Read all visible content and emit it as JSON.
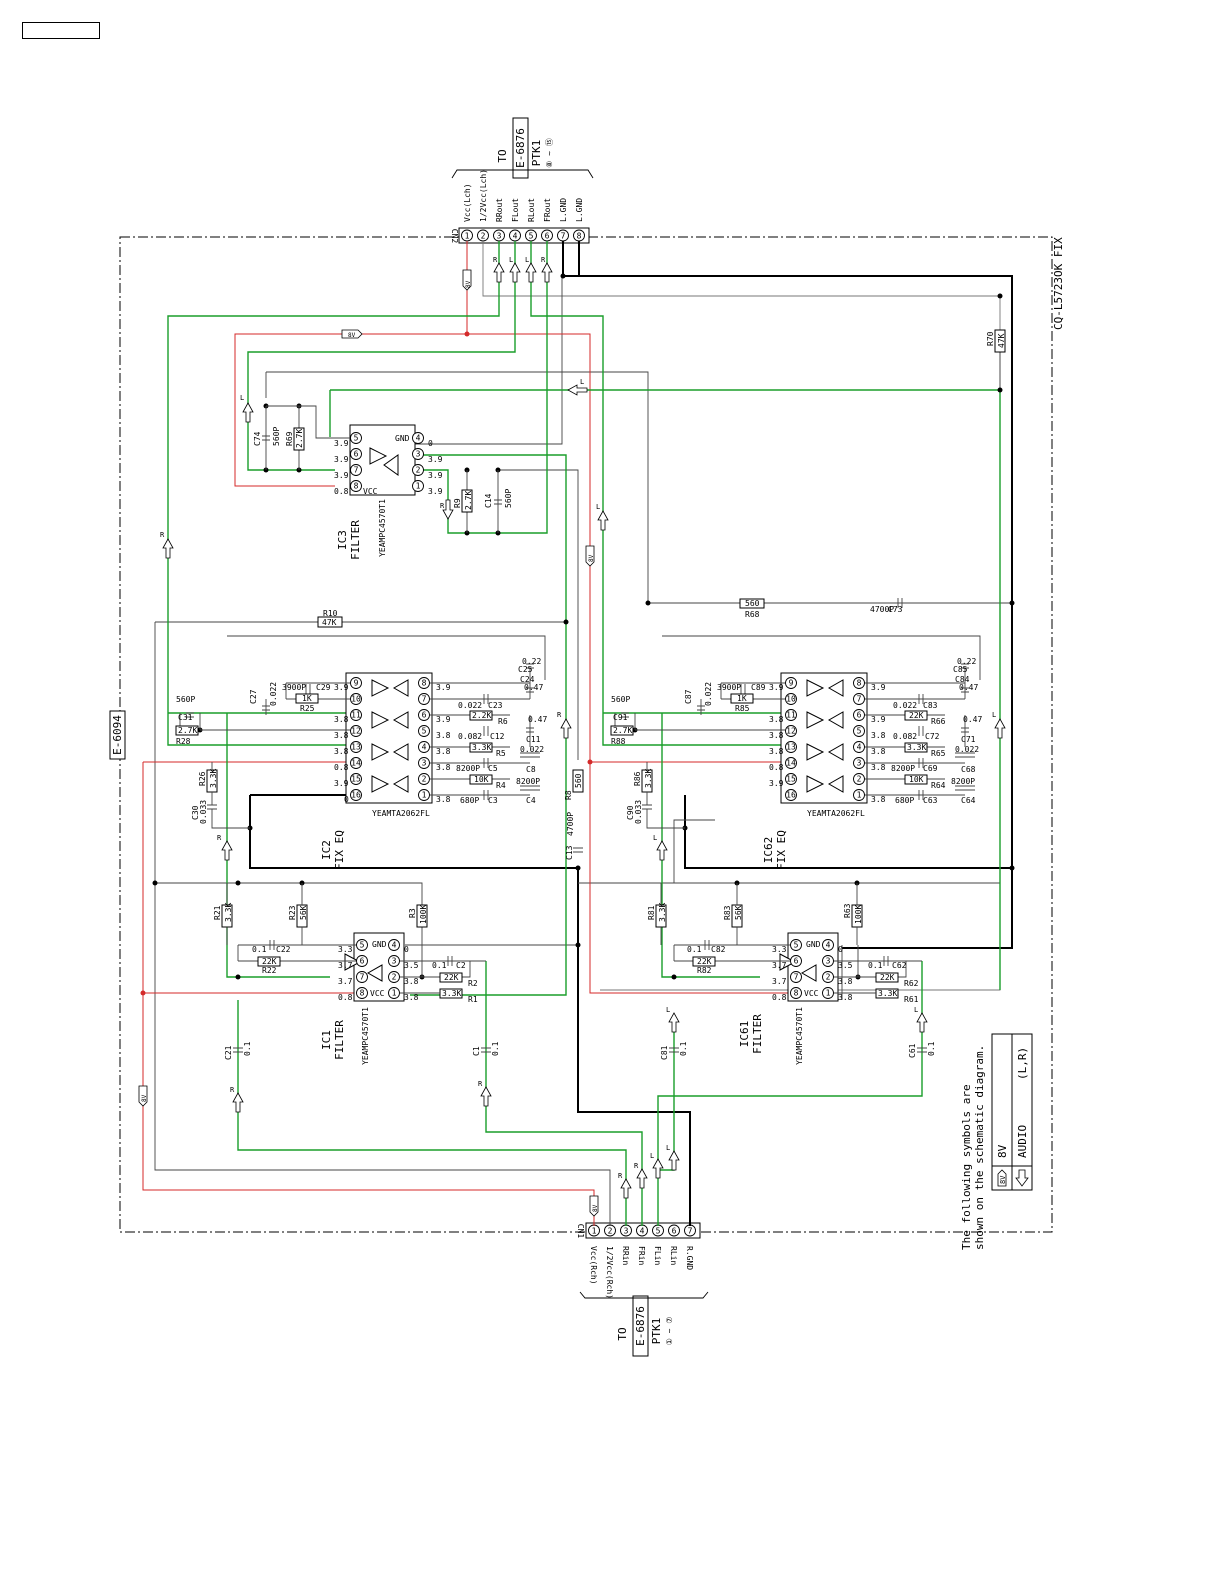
{
  "page_box": "",
  "board_code": "E-6094",
  "model_label": "CQ-L5723OK FIX",
  "top_connector": {
    "to_label": "TO",
    "board": "E-6876",
    "ref": "PTK1",
    "pin_range": "⑧ ~ ⑮",
    "id": "CN2",
    "pins": [
      {
        "num": "1",
        "name": "Vcc(Lch)"
      },
      {
        "num": "2",
        "name": "1/2Vcc(Lch)"
      },
      {
        "num": "3",
        "name": "RRout"
      },
      {
        "num": "4",
        "name": "FLout"
      },
      {
        "num": "5",
        "name": "RLout"
      },
      {
        "num": "6",
        "name": "FRout"
      },
      {
        "num": "7",
        "name": "L.GND"
      },
      {
        "num": "8",
        "name": "L.GND"
      }
    ]
  },
  "bottom_connector": {
    "to_label": "TO",
    "board": "E-6876",
    "ref": "PTK1",
    "pin_range": "① ~ ⑦",
    "id": "CN1",
    "pins": [
      {
        "num": "1",
        "name": "Vcc(Rch)"
      },
      {
        "num": "2",
        "name": "1/2Vcc(Rch)"
      },
      {
        "num": "3",
        "name": "RRin"
      },
      {
        "num": "4",
        "name": "FRin"
      },
      {
        "num": "5",
        "name": "FLin"
      },
      {
        "num": "6",
        "name": "RLin"
      },
      {
        "num": "7",
        "name": "R.GND"
      }
    ]
  },
  "ics": {
    "ic3": {
      "ref": "IC3",
      "func": "FILTER",
      "part": "YEAMPC4570T1",
      "pin_labels": [
        "VCC",
        "GND"
      ],
      "volts": [
        "0.8",
        "3.9",
        "3.9",
        "3.9",
        "3.9",
        "3.9",
        "3.9",
        "0"
      ]
    },
    "ic2": {
      "ref": "IC2",
      "func": "FIX EQ",
      "part": "YEAMTA2062FL"
    },
    "ic62": {
      "ref": "IC62",
      "func": "FIX EQ",
      "part": "YEAMTA2062FL"
    },
    "ic1": {
      "ref": "IC1",
      "func": "FILTER",
      "part": "YEAMPC4570T1",
      "pin_labels": [
        "VCC",
        "GND"
      ]
    },
    "ic61": {
      "ref": "IC61",
      "func": "FILTER",
      "part": "YEAMPC4570T1",
      "pin_labels": [
        "VCC",
        "GND"
      ]
    }
  },
  "eq_volts": [
    "3.9",
    "3.8",
    "3.8",
    "3.8",
    "3.8",
    "3.8",
    "3.8",
    "3.9",
    "3.9",
    "3.8",
    "3.8",
    "3.8",
    "3.8",
    "0.8",
    "3.9",
    "0"
  ],
  "filter_volts": [
    "3.8",
    "3.8",
    "3.5",
    "0",
    "3.3",
    "3.7",
    "3.7",
    "0.8"
  ],
  "components": {
    "ic3_area": [
      {
        "ref": "C74",
        "val": "560P"
      },
      {
        "ref": "R69",
        "val": "2.7K"
      },
      {
        "ref": "R9",
        "val": "2.7K"
      },
      {
        "ref": "C14",
        "val": "560P"
      }
    ],
    "ic2_area": [
      {
        "ref": "C31",
        "val": "560P"
      },
      {
        "ref": "R28",
        "val": "2.7K"
      },
      {
        "ref": "C27",
        "val": "0.022"
      },
      {
        "ref": "C29",
        "val": "3900P"
      },
      {
        "ref": "R25",
        "val": "1K"
      },
      {
        "ref": "R26",
        "val": "3.3K"
      },
      {
        "ref": "C30",
        "val": "0.033"
      },
      {
        "ref": "C23",
        "val": "0.022"
      },
      {
        "ref": "R6",
        "val": "2.2K"
      },
      {
        "ref": "C12",
        "val": "0.082"
      },
      {
        "ref": "R5",
        "val": "3.3K"
      },
      {
        "ref": "C5",
        "val": "8200P"
      },
      {
        "ref": "R4",
        "val": "10K"
      },
      {
        "ref": "C3",
        "val": "680P"
      },
      {
        "ref": "C24",
        "val": "0.47"
      },
      {
        "ref": "C25",
        "val": "0.22"
      },
      {
        "ref": "C11",
        "val": "0.47"
      },
      {
        "ref": "C8",
        "val": "0.022"
      },
      {
        "ref": "C4",
        "val": "8200P"
      },
      {
        "ref": "R8",
        "val": "560"
      },
      {
        "ref": "C13",
        "val": "4700P"
      },
      {
        "ref": "R10",
        "val": "47K"
      }
    ],
    "ic62_area": [
      {
        "ref": "C91",
        "val": "560P"
      },
      {
        "ref": "R88",
        "val": "2.7K"
      },
      {
        "ref": "C87",
        "val": "0.022"
      },
      {
        "ref": "C89",
        "val": "3900P"
      },
      {
        "ref": "R85",
        "val": "1K"
      },
      {
        "ref": "R86",
        "val": "3.3K"
      },
      {
        "ref": "C90",
        "val": "0.033"
      },
      {
        "ref": "C83",
        "val": "0.022"
      },
      {
        "ref": "R66",
        "val": "22K"
      },
      {
        "ref": "C72",
        "val": "0.082"
      },
      {
        "ref": "R65",
        "val": "3.3K"
      },
      {
        "ref": "C69",
        "val": "8200P"
      },
      {
        "ref": "R64",
        "val": "10K"
      },
      {
        "ref": "C63",
        "val": "680P"
      },
      {
        "ref": "C84",
        "val": "0.47"
      },
      {
        "ref": "C85",
        "val": "0.22"
      },
      {
        "ref": "C71",
        "val": "0.47"
      },
      {
        "ref": "C68",
        "val": "0.022"
      },
      {
        "ref": "C64",
        "val": "8200P"
      },
      {
        "ref": "R68",
        "val": "560"
      },
      {
        "ref": "C73",
        "val": "4700P"
      },
      {
        "ref": "R70",
        "val": "47K"
      }
    ],
    "ic1_area": [
      {
        "ref": "R21",
        "val": "3.3K"
      },
      {
        "ref": "R23",
        "val": "56K"
      },
      {
        "ref": "R3",
        "val": "100K"
      },
      {
        "ref": "C22",
        "val": "0.1"
      },
      {
        "ref": "R22",
        "val": "22K"
      },
      {
        "ref": "C2",
        "val": "0.1"
      },
      {
        "ref": "R2",
        "val": "22K"
      },
      {
        "ref": "R1",
        "val": "3.3K"
      },
      {
        "ref": "C21",
        "val": "0.1"
      },
      {
        "ref": "C1",
        "val": "0.1"
      }
    ],
    "ic61_area": [
      {
        "ref": "R81",
        "val": "3.3K"
      },
      {
        "ref": "R83",
        "val": "56K"
      },
      {
        "ref": "R63",
        "val": "100K"
      },
      {
        "ref": "C82",
        "val": "0.1"
      },
      {
        "ref": "R82",
        "val": "22K"
      },
      {
        "ref": "C62",
        "val": "0.1"
      },
      {
        "ref": "R62",
        "val": "22K"
      },
      {
        "ref": "R61",
        "val": "3.3K"
      },
      {
        "ref": "C81",
        "val": "0.1"
      },
      {
        "ref": "C61",
        "val": "0.1"
      }
    ]
  },
  "signal_tags": {
    "eight_v": "8V",
    "left": "L",
    "right": "R"
  },
  "legend": {
    "intro_line1": "The following symbols are",
    "intro_line2": "shown on the schematic diagram.",
    "row1_sym": "8V",
    "row1_desc": "8V",
    "row2_desc": "AUDIO",
    "row2_note": "(L,R)"
  },
  "colors": {
    "audio_wire": "#1a9e2a",
    "power_wire": "#d42a2a",
    "ground_wire": "#000000"
  }
}
